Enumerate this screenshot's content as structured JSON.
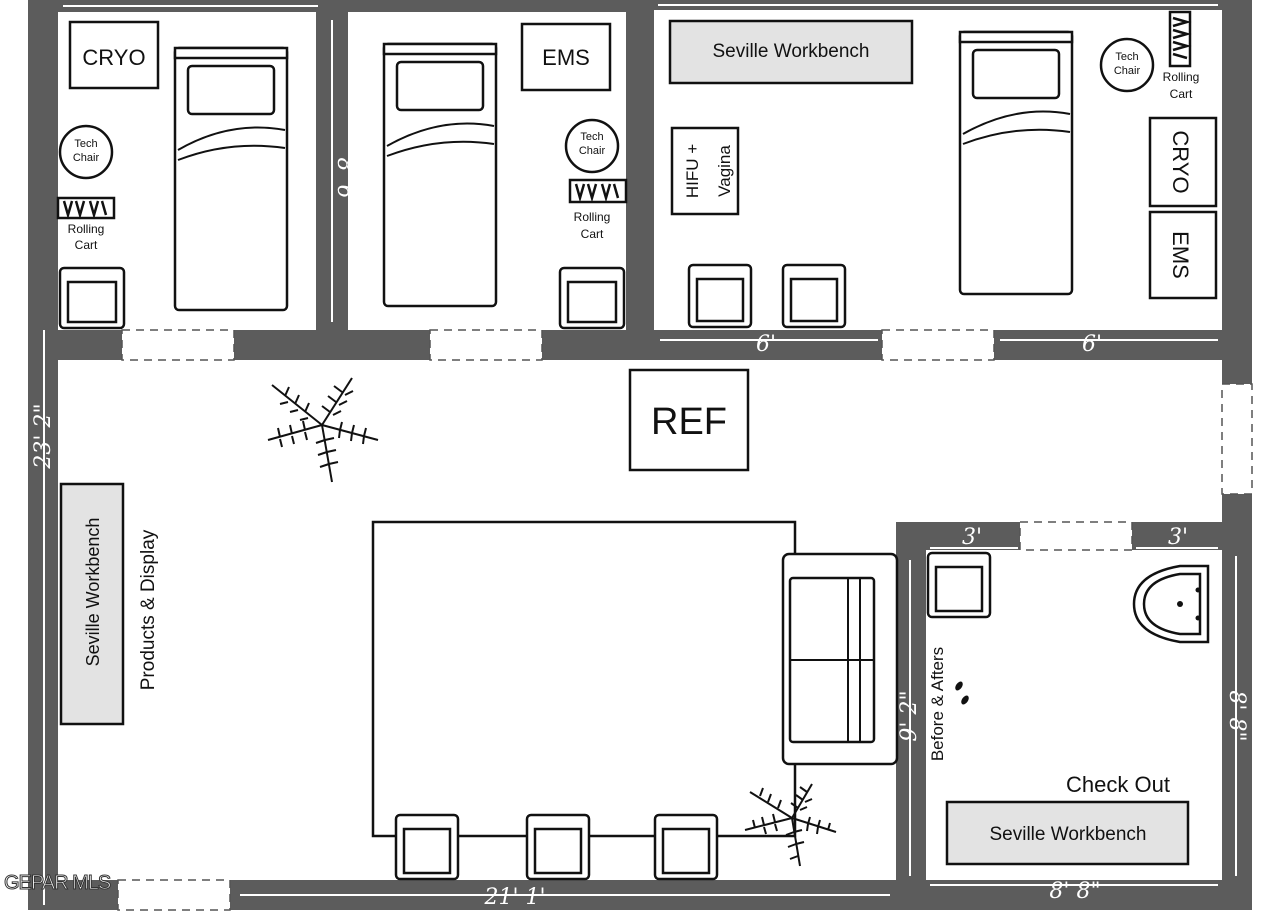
{
  "rooms": {
    "top_left": {
      "cryo": "CRYO",
      "tech_chair": [
        "Tech",
        "Chair"
      ],
      "rolling_cart": [
        "Rolling",
        "Cart"
      ],
      "dim_vertical": "8' 6"
    },
    "top_middle": {
      "ems": "EMS",
      "tech_chair": [
        "Tech",
        "Chair"
      ],
      "rolling_cart": [
        "Rolling",
        "Cart"
      ]
    },
    "top_right": {
      "workbench": "Seville Workbench",
      "hifu": [
        "HIFU +",
        "Vagina"
      ],
      "tech_chair": [
        "Tech",
        "Chair"
      ],
      "rolling_cart": [
        "Rolling",
        "Cart"
      ],
      "cryo": "CRYO",
      "ems": "EMS",
      "dim_left": "6'",
      "dim_right": "6'"
    },
    "main": {
      "ref": "REF",
      "workbench": "Seville Workbench",
      "products": "Products & Display",
      "dim_left": "23' 2\"",
      "dim_bottom": "21' 1'"
    },
    "checkout": {
      "dim_top_left": "3'",
      "dim_top_right": "3'",
      "before_afters": "Before & Afters",
      "dim_left": "9' 2\"",
      "dim_right": "8' 8\"",
      "check_out": "Check Out",
      "workbench": "Seville Workbench",
      "dim_bottom": "8' 8\""
    }
  },
  "watermark": "GEPAR MLS"
}
